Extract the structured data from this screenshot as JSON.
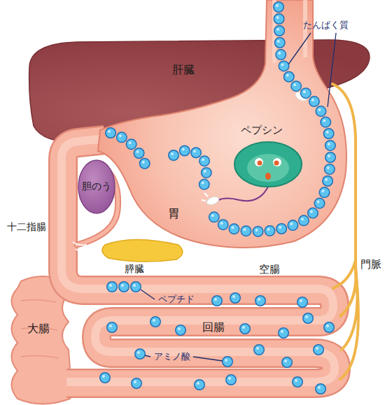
{
  "diagram": {
    "labels": [
      "たんぱく質",
      "肝臓",
      "ペプシン",
      "胆のう",
      "十二指腸",
      "胃",
      "門脈",
      "膵臓",
      "空腸",
      "ペプチド",
      "大腸",
      "回腸",
      "アミノ酸"
    ]
  }
}
